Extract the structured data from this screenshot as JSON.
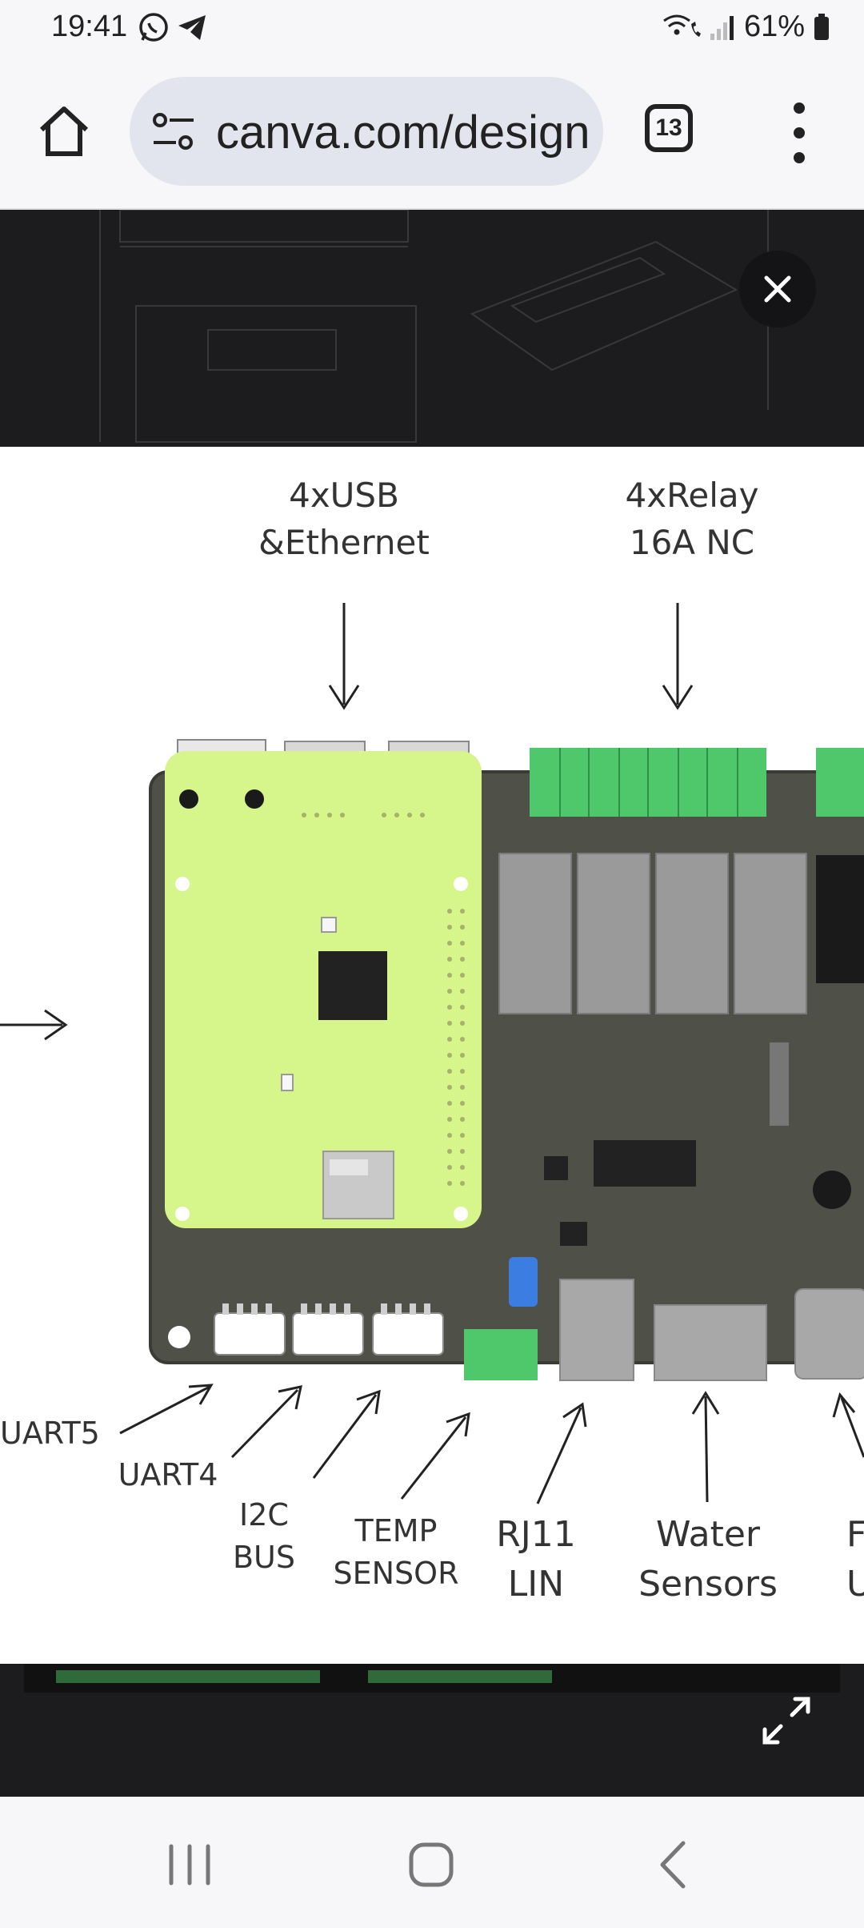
{
  "status_bar": {
    "time": "19:41",
    "battery": "61%",
    "notification_icons": [
      "whatsapp-icon",
      "telegram-icon"
    ],
    "system_icons": [
      "wifi-call-icon",
      "signal-icon",
      "battery-icon"
    ]
  },
  "browser": {
    "url": "canva.com/design",
    "tab_count": "13"
  },
  "figure": {
    "labels": {
      "usb_ethernet": "4xUSB\n&Ethernet",
      "relay": "4xRelay\n16A NC",
      "uart5": "UART5",
      "uart4": "UART4",
      "i2c": "I2C\nBUS",
      "temp": "TEMP\nSENSOR",
      "rj11": "RJ11\nLIN",
      "water": "Water\nSensors",
      "partial_right_top": "F",
      "partial_right_bottom": "U"
    }
  },
  "colors": {
    "background_dark": "#1c1c1e",
    "pcb_green": "#d6f58a",
    "terminal_green": "#4fc86b",
    "relay_gray": "#9a9a9a"
  }
}
